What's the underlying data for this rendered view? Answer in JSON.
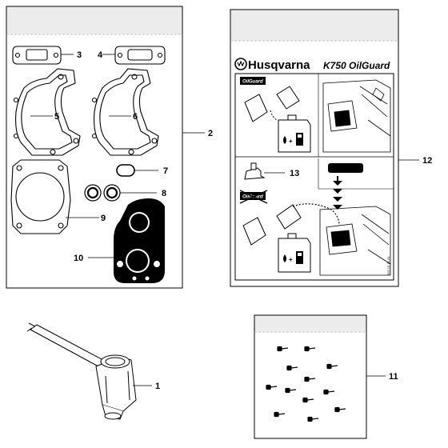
{
  "brand": {
    "name": "Husqvarna",
    "model": "K750 OilGuard",
    "sticker_word": "OilGuard",
    "part_code": "502 10 71-01"
  },
  "callouts": {
    "c1": "1",
    "c2": "2",
    "c3": "3",
    "c4": "4",
    "c5": "5",
    "c6": "6",
    "c7": "7",
    "c8": "8",
    "c9": "9",
    "c10": "10",
    "c11": "11",
    "c12": "12",
    "c13": "13"
  },
  "icons": {
    "brand_logo": "husqvarna-crown-icon",
    "fuel_can": "fuel-can-icon",
    "oil_drop": "oil-drop-icon",
    "pump": "fuel-pump-icon"
  },
  "colors": {
    "line": "#000000",
    "bag_top": "#e9e9e9",
    "bag": "#ffffff",
    "fill_dark": "#000000"
  }
}
